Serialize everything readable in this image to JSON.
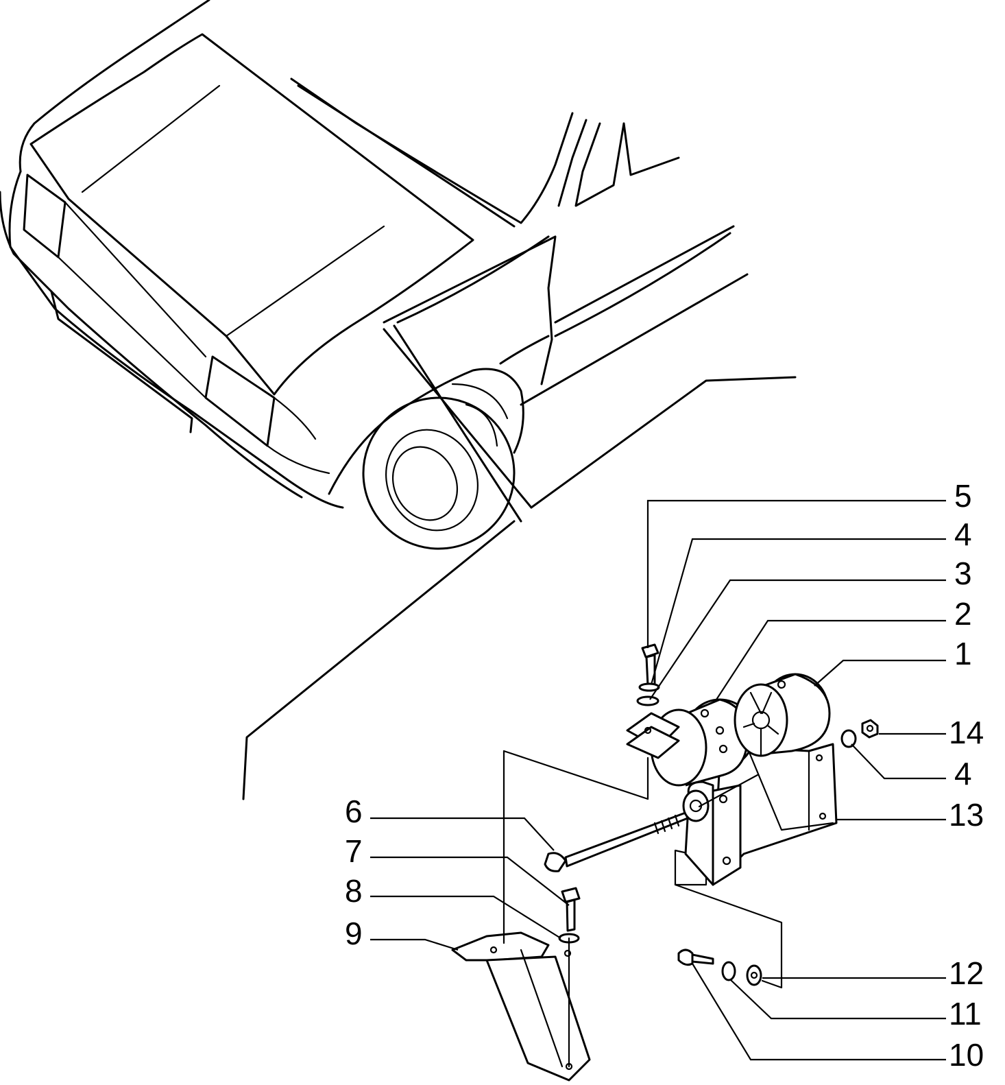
{
  "diagram": {
    "callouts": {
      "c5": "5",
      "c4a": "4",
      "c3": "3",
      "c2": "2",
      "c1": "1",
      "c14": "14",
      "c4b": "4",
      "c13": "13",
      "c6": "6",
      "c7": "7",
      "c8": "8",
      "c9": "9",
      "c12": "12",
      "c11": "11",
      "c10": "10"
    }
  }
}
